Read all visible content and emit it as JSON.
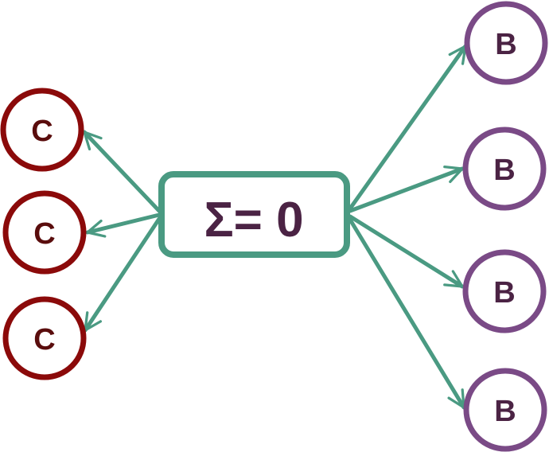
{
  "center": {
    "label": "Σ= 0",
    "border_color": "#4a9a82",
    "text_color": "#4b2344"
  },
  "left_nodes": [
    {
      "label": "C"
    },
    {
      "label": "C"
    },
    {
      "label": "C"
    }
  ],
  "right_nodes": [
    {
      "label": "B"
    },
    {
      "label": "B"
    },
    {
      "label": "B"
    },
    {
      "label": "B"
    }
  ],
  "colors": {
    "arrow": "#4a9a82",
    "c_border": "#8b0a0a",
    "c_text": "#5a0d0d",
    "b_border": "#7a4a86",
    "b_text": "#4b2344"
  }
}
